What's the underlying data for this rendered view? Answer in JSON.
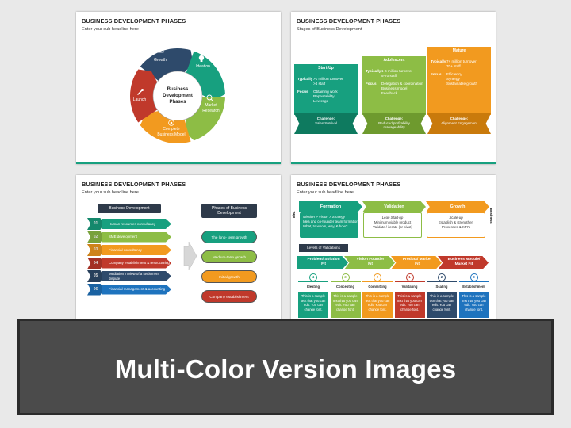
{
  "slide1": {
    "title": "BUSINESS DEVELOPMENT PHASES",
    "subtitle": "Enter your sub headline here",
    "center": [
      "Business",
      "Development",
      "Phases"
    ],
    "segments": [
      {
        "label": "Growth",
        "color": "#2e4a6b",
        "icon": "growth-chart-icon"
      },
      {
        "label": "Ideation",
        "color": "#17a07f",
        "icon": "lightbulb-icon"
      },
      {
        "label": "Market Research",
        "color": "#8dbd45",
        "icon": "search-icon"
      },
      {
        "label": "Complete Business Model",
        "color": "#f29a1f",
        "icon": "target-icon"
      },
      {
        "label": "Launch",
        "color": "#c0392b",
        "icon": "rocket-icon"
      }
    ]
  },
  "slide2": {
    "title": "BUSINESS DEVELOPMENT PHASES",
    "subtitle": "Stages of Business Development",
    "phases": [
      {
        "name": "Start-Up",
        "color": "#17a07f",
        "dark": "#0e7a5f",
        "typically_key": "Typically",
        "typically": [
          ">1 million turnover",
          ">4 staff"
        ],
        "focus_key": "Focus",
        "focus": [
          "Obtaining work",
          "Repeatability",
          "Leverage"
        ],
        "challenge_key": "Challenge:",
        "challenge": "Sales Survival"
      },
      {
        "name": "Adolescent",
        "color": "#8dbd45",
        "dark": "#6e9a2e",
        "typically_key": "Typically",
        "typically": [
          "1-6 million turnover",
          "5-70 staff"
        ],
        "focus_key": "Focus",
        "focus": [
          "Delegation & coordination",
          "Business model",
          "Feedback"
        ],
        "challenge_key": "Challenge:",
        "challenge": "Reduced profitability manageability"
      },
      {
        "name": "Mature",
        "color": "#f29a1f",
        "dark": "#c97a0c",
        "typically_key": "Typically",
        "typically": [
          "7+ million turnover",
          "70+ staff"
        ],
        "focus_key": "Focus",
        "focus": [
          "Efficiency",
          "Synergy",
          "Sustainable growth"
        ],
        "challenge_key": "Challenge:",
        "challenge": "Alignment Engagement"
      }
    ]
  },
  "slide3": {
    "title": "BUSINESS DEVELOPMENT PHASES",
    "subtitle": "Enter your sub headline here",
    "left_header": "Business Development",
    "right_header": "Phases of Business Development",
    "rows": [
      {
        "num": "01",
        "label": "Human resources consultancy",
        "color": "#17a07f"
      },
      {
        "num": "02",
        "label": "SME development",
        "color": "#8dbd45"
      },
      {
        "num": "03",
        "label": "Financial consultancy",
        "color": "#f29a1f"
      },
      {
        "num": "04",
        "label": "Company establishment & restructuring",
        "color": "#c0392b"
      },
      {
        "num": "05",
        "label": "Mediation in view of a settlement dispute",
        "color": "#2e4a6b"
      },
      {
        "num": "06",
        "label": "Financial management & accounting",
        "color": "#1e73be"
      }
    ],
    "pills": [
      {
        "label": "The long- term growth",
        "color": "#17a07f"
      },
      {
        "label": "Medium-term growth",
        "color": "#8dbd45"
      },
      {
        "label": "Initial growth",
        "color": "#f29a1f"
      },
      {
        "label": "Company establishment",
        "color": "#c0392b"
      }
    ]
  },
  "slide4": {
    "title": "BUSINESS DEVELOPMENT PHASES",
    "subtitle": "Enter your sub headline here",
    "side_left": "Idea",
    "side_right": "Business",
    "phases": [
      {
        "name": "Formation",
        "color": "#17a07f",
        "body_title": "Mission > Vision > Strategy",
        "body": [
          "Idea and co-founder team formation",
          "What, to whom, why, & how?"
        ]
      },
      {
        "name": "Validation",
        "color": "#8dbd45",
        "body_title": "Lean Start-up",
        "body": [
          "Minimum viable product",
          "Validate / iterate (or pivot)"
        ]
      },
      {
        "name": "Growth",
        "color": "#f29a1f",
        "body_title": "Scale-up",
        "body": [
          "Establish & strengthen",
          "Processes & KPI's"
        ]
      }
    ],
    "levels_label": "Levels of Validations",
    "validations": [
      {
        "name": "Problem/ Solution Fit",
        "color": "#17a07f"
      },
      {
        "name": "Vision Founder Fit",
        "color": "#8dbd45"
      },
      {
        "name": "Product/ Market Fit",
        "color": "#f29a1f"
      },
      {
        "name": "Business Module/ Market Fit",
        "color": "#c0392b"
      }
    ],
    "columns": [
      {
        "badge": "4",
        "name": "Ideating",
        "color": "#17a07f",
        "body": "This is a sample text that you can edit. You can change font."
      },
      {
        "badge": "3",
        "name": "Concepting",
        "color": "#8dbd45",
        "body": "This is a sample text that you can edit. You can change font."
      },
      {
        "badge": "2",
        "name": "Committing",
        "color": "#f29a1f",
        "body": "This is a sample text that you can edit. You can change font."
      },
      {
        "badge": "1",
        "name": "Validating",
        "color": "#c0392b",
        "body": "This is a sample text that you can edit. You can change font."
      },
      {
        "badge": "2",
        "name": "Scaling",
        "color": "#2e4a6b",
        "body": "This is a sample text that you can edit. You can change font."
      },
      {
        "badge": "3",
        "name": "Establishment",
        "color": "#1e73be",
        "body": "This is a sample text that you can edit. You can change font."
      }
    ]
  },
  "banner": {
    "text": "Multi-Color Version Images"
  }
}
